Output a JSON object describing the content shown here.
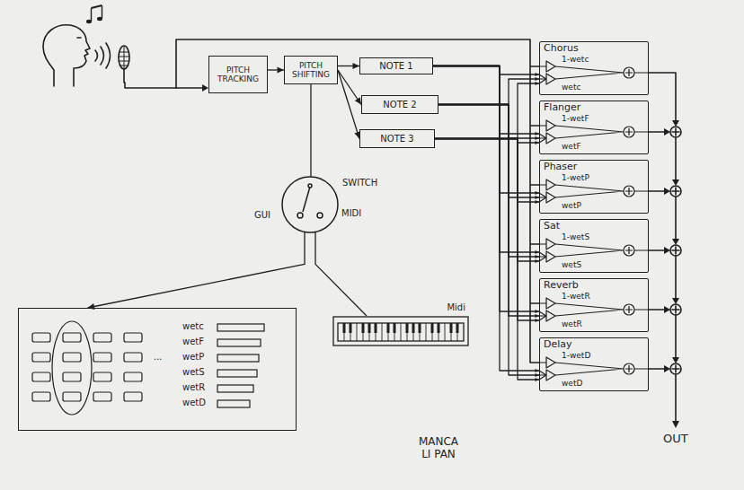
{
  "diagram": {
    "nodes": [
      {
        "text": [
          "PITCH TRACKING"
        ]
      },
      {
        "text": [
          "PITCH SHIFTING"
        ]
      },
      {
        "text": [
          "NOTE 1"
        ]
      },
      {
        "text": [
          "NOTE 2"
        ]
      },
      {
        "text": [
          "NOTE 3"
        ]
      },
      {
        "text": [
          "SWITCH",
          "GUI",
          "MIDI"
        ]
      },
      {
        "text": [
          "...",
          "wetc",
          "wetF",
          "wetP",
          "wetS",
          "wetR",
          "wetD"
        ]
      },
      {
        "text": [
          "Midi"
        ]
      },
      {
        "text": [
          "Chorus",
          "1-wetc",
          "wetc"
        ]
      },
      {
        "text": [
          "Flanger",
          "1-wetF",
          "wetF"
        ]
      },
      {
        "text": [
          "Phaser",
          "1-wetP",
          "wetP"
        ]
      },
      {
        "text": [
          "Sat",
          "1-wetS",
          "wetS"
        ]
      },
      {
        "text": [
          "Reverb",
          "1-wetR",
          "wetR"
        ]
      },
      {
        "text": [
          "Delay",
          "1-wetD",
          "wetD"
        ]
      }
    ],
    "edges": [
      {
        "from": 0,
        "to": 1,
        "arrow": "to"
      },
      {
        "from": 1,
        "to": 2,
        "arrow": "to"
      },
      {
        "from": 1,
        "to": 3,
        "arrow": "to"
      },
      {
        "from": 1,
        "to": 4,
        "arrow": "to"
      },
      {
        "from": 5,
        "to": 1,
        "arrow": "none"
      },
      {
        "from": 5,
        "to": 6,
        "arrow": "to"
      },
      {
        "from": 5,
        "to": 7,
        "arrow": "none"
      },
      {
        "from": 2,
        "to": 8,
        "arrow": "to"
      },
      {
        "from": 2,
        "to": 9,
        "arrow": "to"
      },
      {
        "from": 2,
        "to": 10,
        "arrow": "to"
      },
      {
        "from": 2,
        "to": 11,
        "arrow": "to"
      },
      {
        "from": 2,
        "to": 12,
        "arrow": "to"
      },
      {
        "from": 2,
        "to": 13,
        "arrow": "to"
      },
      {
        "from": 3,
        "to": 8,
        "arrow": "to"
      },
      {
        "from": 3,
        "to": 9,
        "arrow": "to"
      },
      {
        "from": 3,
        "to": 10,
        "arrow": "to"
      },
      {
        "from": 3,
        "to": 11,
        "arrow": "to"
      },
      {
        "from": 3,
        "to": 12,
        "arrow": "to"
      },
      {
        "from": 3,
        "to": 13,
        "arrow": "to"
      },
      {
        "from": 4,
        "to": 8,
        "arrow": "to"
      },
      {
        "from": 4,
        "to": 9,
        "arrow": "to"
      },
      {
        "from": 4,
        "to": 10,
        "arrow": "to"
      },
      {
        "from": 4,
        "to": 11,
        "arrow": "to"
      },
      {
        "from": 4,
        "to": 12,
        "arrow": "to"
      },
      {
        "from": 4,
        "to": 13,
        "arrow": "to"
      }
    ],
    "labels": [
      "OUT",
      "MANCA LI PAN"
    ]
  }
}
